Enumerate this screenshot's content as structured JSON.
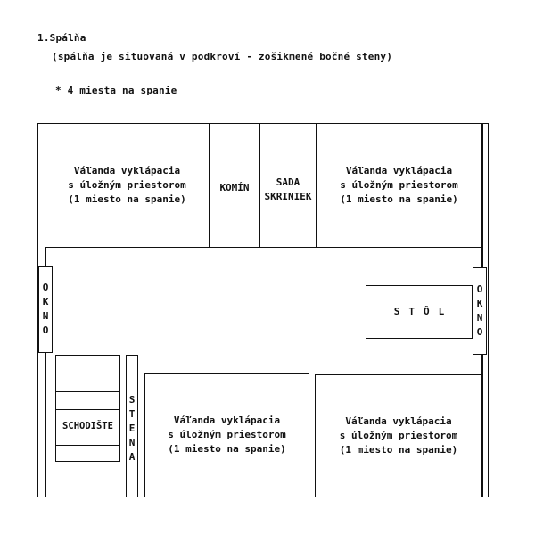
{
  "header": {
    "title": "1.Spálňa",
    "subtitle": "(spálňa je situovaná v podkroví - zošikmené bočné steny)",
    "note": "* 4 miesta na spanie"
  },
  "plan": {
    "bed_top_left": "Váľanda vyklápacia\ns úložným priestorom\n(1 miesto na spanie)",
    "chimney": "KOMÍN",
    "cabinets": "SADA\nSKRINIEK",
    "bed_top_right": "Váľanda vyklápacia\ns úložným priestorom\n(1 miesto na spanie)",
    "window_left": [
      "O",
      "K",
      "N",
      "O"
    ],
    "window_right": [
      "O",
      "K",
      "N",
      "O"
    ],
    "table": "STÔL",
    "stairs": "SCHODIŠTE",
    "wall": [
      "S",
      "T",
      "E",
      "N",
      "A"
    ],
    "bed_bottom_left": "Váľanda vyklápacia\ns úložným priestorom\n(1 miesto na spanie)",
    "bed_bottom_right": "Váľanda vyklápacia\ns úložným priestorom\n(1 miesto na spanie)"
  }
}
